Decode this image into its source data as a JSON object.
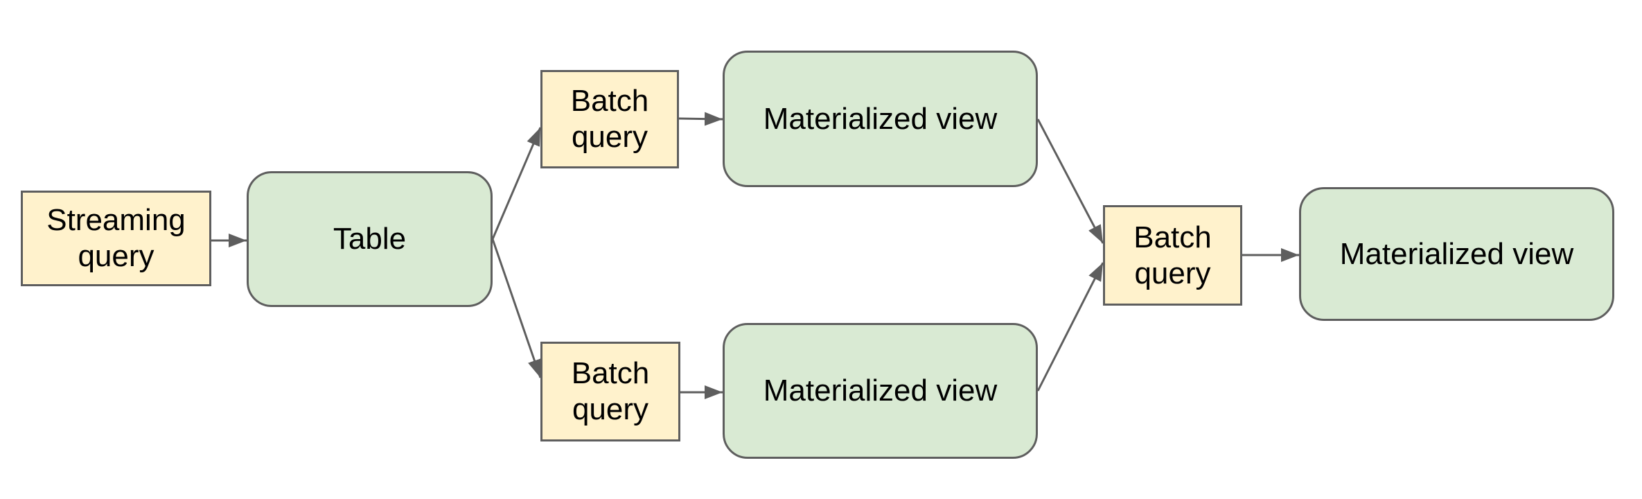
{
  "diagram": {
    "colors": {
      "background": "#ffffff",
      "query_fill": "#fff2cc",
      "store_fill": "#d9ead3",
      "border": "#5e5e5e",
      "arrow": "#5e5e5e",
      "text": "#000000"
    },
    "nodes": [
      {
        "id": "streaming-query",
        "label": "Streaming query",
        "kind": "query"
      },
      {
        "id": "table",
        "label": "Table",
        "kind": "store"
      },
      {
        "id": "batch-query-top",
        "label": "Batch query",
        "kind": "query"
      },
      {
        "id": "materialized-view-top",
        "label": "Materialized view",
        "kind": "store"
      },
      {
        "id": "batch-query-bottom",
        "label": "Batch query",
        "kind": "query"
      },
      {
        "id": "materialized-view-bottom",
        "label": "Materialized view",
        "kind": "store"
      },
      {
        "id": "batch-query-right",
        "label": "Batch query",
        "kind": "query"
      },
      {
        "id": "materialized-view-right",
        "label": "Materialized view",
        "kind": "store"
      }
    ],
    "edges": [
      {
        "from": "streaming-query",
        "to": "table"
      },
      {
        "from": "table",
        "to": "batch-query-top"
      },
      {
        "from": "table",
        "to": "batch-query-bottom"
      },
      {
        "from": "batch-query-top",
        "to": "materialized-view-top"
      },
      {
        "from": "batch-query-bottom",
        "to": "materialized-view-bottom"
      },
      {
        "from": "materialized-view-top",
        "to": "batch-query-right"
      },
      {
        "from": "materialized-view-bottom",
        "to": "batch-query-right"
      },
      {
        "from": "batch-query-right",
        "to": "materialized-view-right"
      }
    ]
  }
}
